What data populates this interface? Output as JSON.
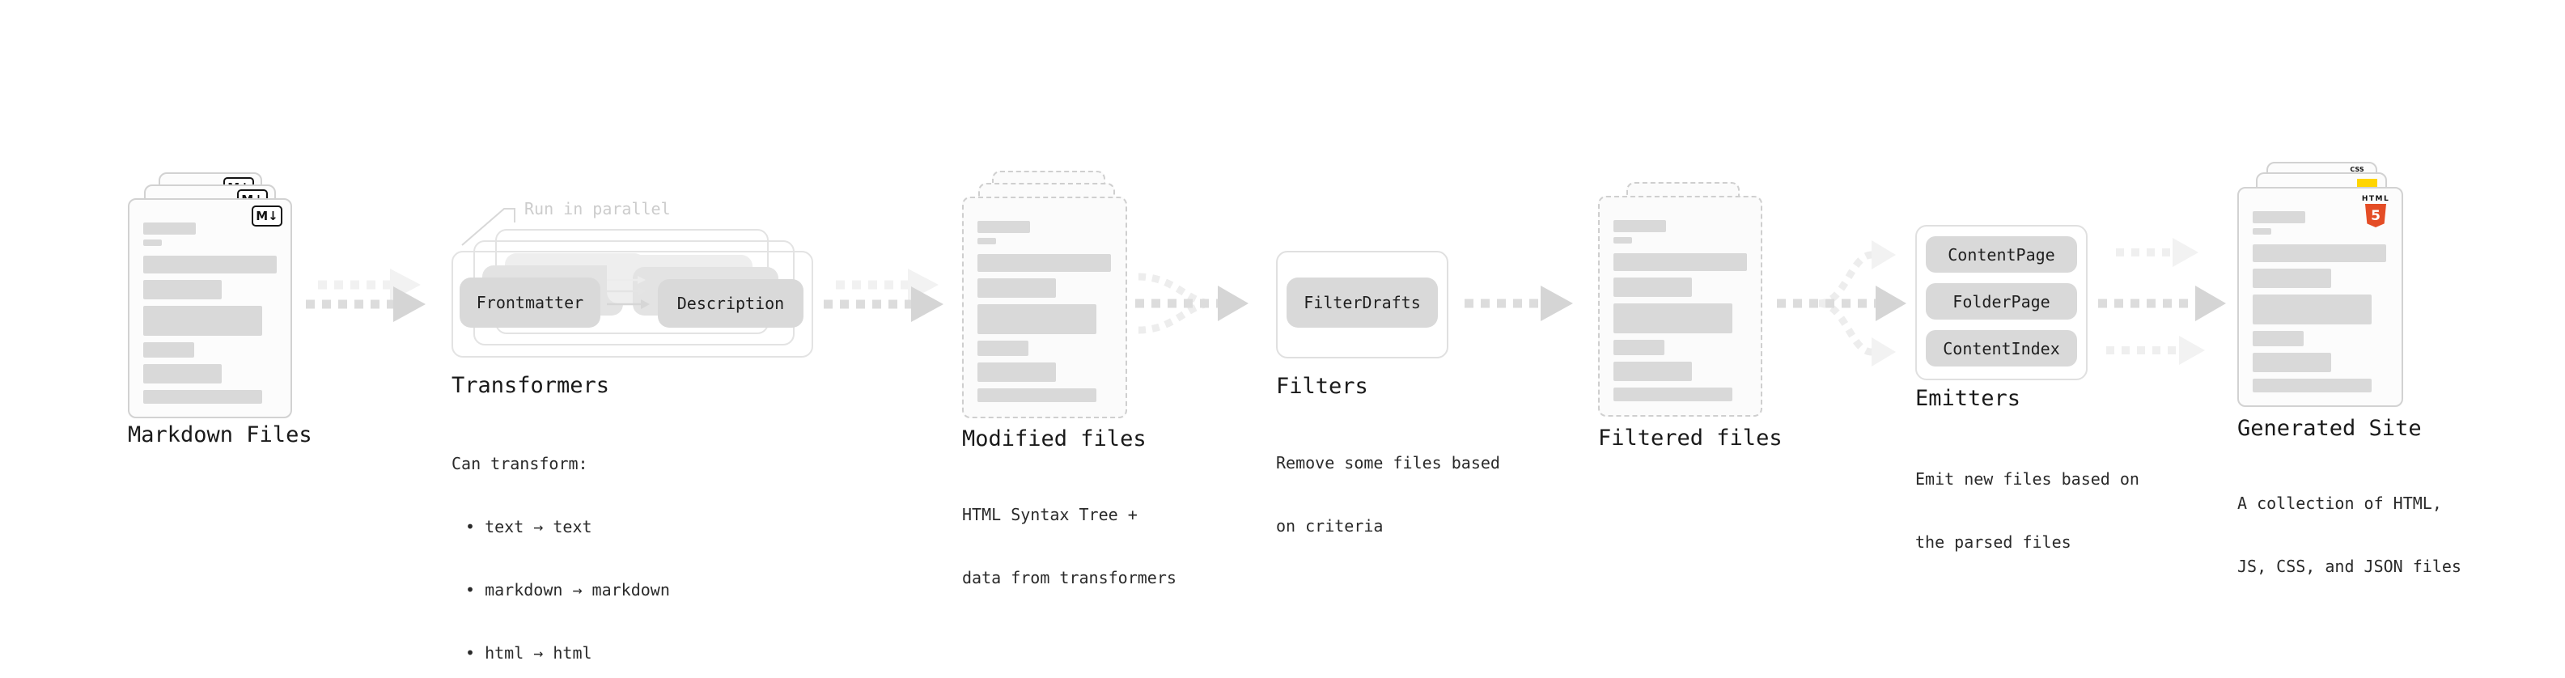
{
  "stages": {
    "markdown_files": {
      "label": "Markdown Files",
      "badge": "M↓"
    },
    "transformers": {
      "callout": "Run in parallel",
      "box_frontmatter": "Frontmatter",
      "box_description": "Description",
      "label": "Transformers",
      "desc_title": "Can transform:",
      "bullets": [
        "• text → text",
        "• markdown → markdown",
        "• html → html"
      ]
    },
    "modified_files": {
      "label": "Modified files",
      "desc_line1": "HTML Syntax Tree +",
      "desc_line2": "data from transformers"
    },
    "filters": {
      "box_filterdrafts": "FilterDrafts",
      "label": "Filters",
      "desc_line1": "Remove some files based",
      "desc_line2": "on criteria"
    },
    "filtered_files": {
      "label": "Filtered files"
    },
    "emitters": {
      "box_contentpage": "ContentPage",
      "box_folderpage": "FolderPage",
      "box_contentindex": "ContentIndex",
      "label": "Emitters",
      "desc_line1": "Emit new files based on",
      "desc_line2": "the parsed files"
    },
    "generated_site": {
      "label": "Generated Site",
      "desc_line1": "A collection of HTML,",
      "desc_line2": "JS, CSS, and JSON files",
      "badge_html_label": "HTML",
      "badge_html_number": "5",
      "badge_css_label": "CSS"
    }
  },
  "colors": {
    "html5_orange": "#e44d26",
    "js_yellow": "#ffd500",
    "css_blue": "#2862e9",
    "doc_bar_gray": "#d9d9d9"
  }
}
